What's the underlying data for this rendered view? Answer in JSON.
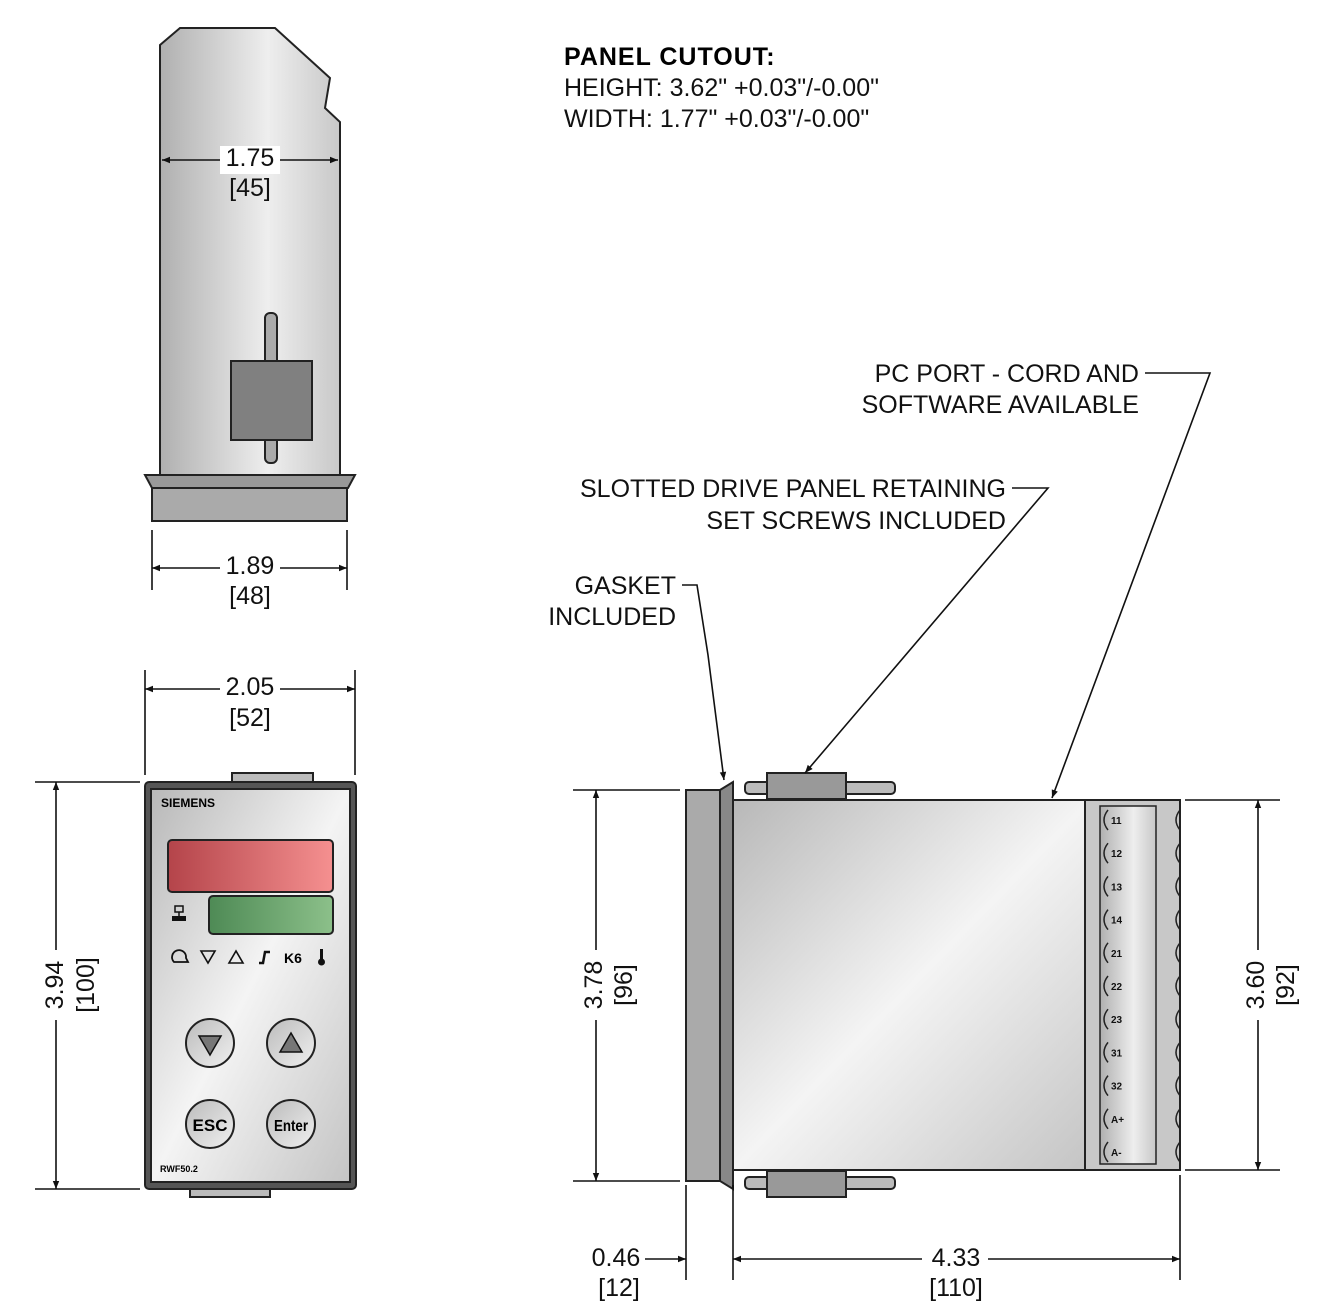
{
  "panel_cutout": {
    "title": "PANEL CUTOUT:",
    "height": "HEIGHT: 3.62\" +0.03\"/-0.00\"",
    "width": "WIDTH: 1.77\" +0.03\"/-0.00\""
  },
  "dimensions": {
    "top_depth": {
      "in": "1.75",
      "mm": "[45]"
    },
    "top_bezel": {
      "in": "1.89",
      "mm": "[48]"
    },
    "front_width": {
      "in": "2.05",
      "mm": "[52]"
    },
    "front_height": {
      "in": "3.94",
      "mm": "[100]"
    },
    "side_bezel_height": {
      "in": "3.78",
      "mm": "[96]"
    },
    "side_body_height": {
      "in": "3.60",
      "mm": "[92]"
    },
    "bezel_depth": {
      "in": "0.46",
      "mm": "[12]"
    },
    "body_depth": {
      "in": "4.33",
      "mm": "[110]"
    }
  },
  "callouts": {
    "pc_port": [
      "PC PORT - CORD AND",
      "SOFTWARE AVAILABLE"
    ],
    "set_screws": [
      "SLOTTED DRIVE PANEL RETAINING",
      "SET SCREWS INCLUDED"
    ],
    "gasket": [
      "GASKET",
      "INCLUDED"
    ]
  },
  "front_panel": {
    "brand": "SIEMENS",
    "model": "RWF50.2",
    "indicators": [
      "ramp",
      "down",
      "up",
      "step",
      "K6",
      "thermometer"
    ],
    "k6": "K6",
    "buttons": {
      "esc": "ESC",
      "enter": "Enter"
    },
    "colors": {
      "upper_display": "#c8454a",
      "lower_display": "#5a9a60"
    }
  },
  "terminals": [
    "11",
    "12",
    "13",
    "14",
    "21",
    "22",
    "23",
    "31",
    "32",
    "A+",
    "A-"
  ]
}
